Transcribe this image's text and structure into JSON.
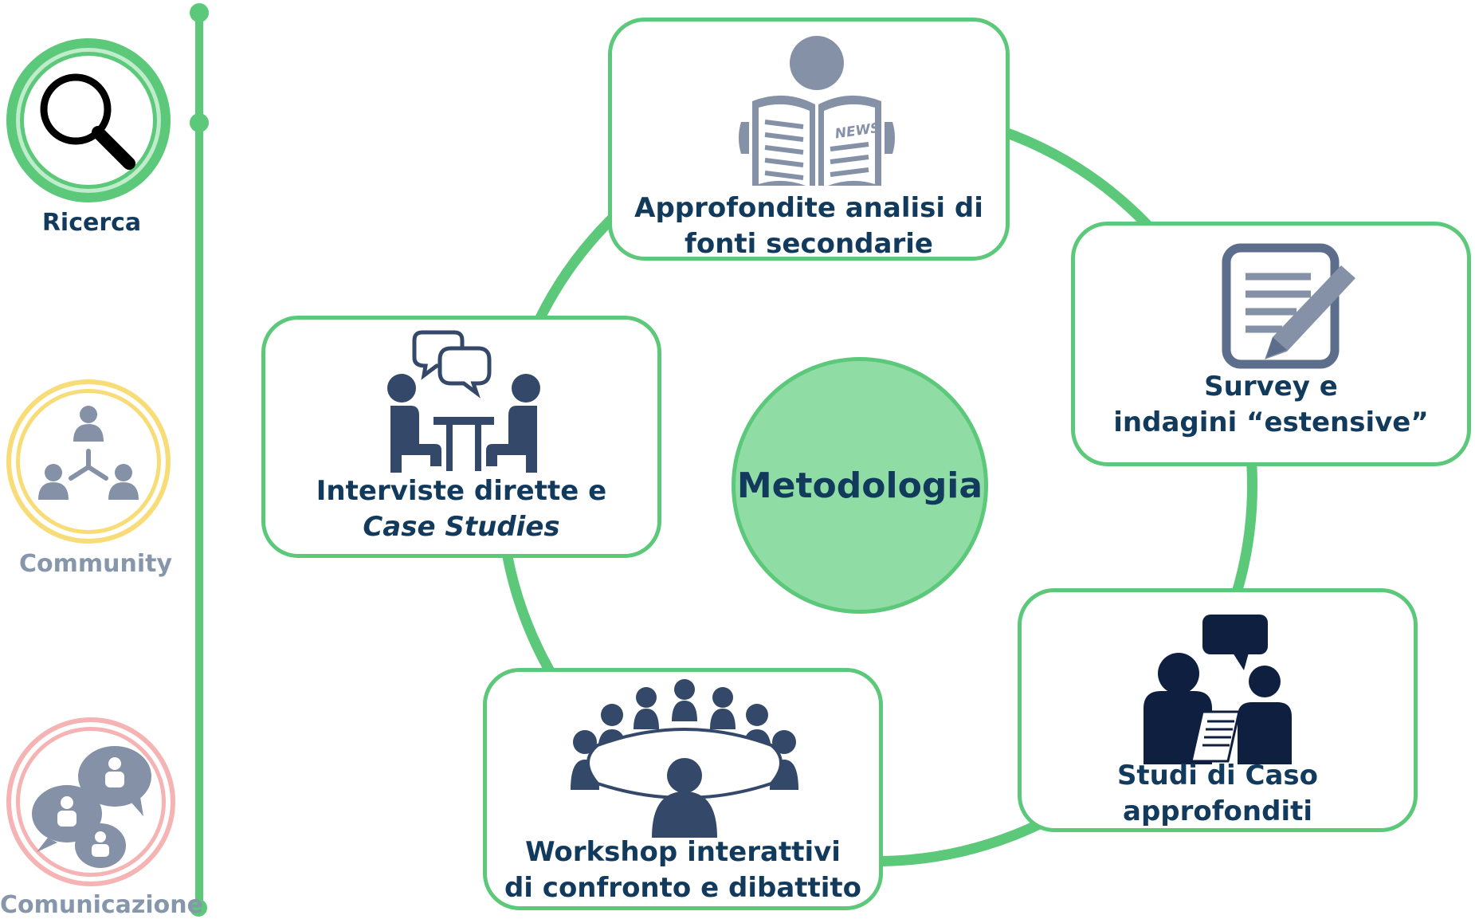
{
  "timeline": {
    "phases": [
      {
        "label": "Ricerca",
        "icon": "magnifier-icon",
        "ring_color": "#5cc879",
        "label_color": "#123a5c",
        "active": true
      },
      {
        "label": "Community",
        "icon": "network-people-icon",
        "ring_color": "#f7dc78",
        "label_color": "#8797ab",
        "active": false
      },
      {
        "label": "Comunicazione",
        "icon": "chat-people-icon",
        "ring_color": "#f5b3b3",
        "label_color": "#8797ab",
        "active": false
      }
    ]
  },
  "diagram": {
    "center_label": "Metodologia",
    "colors": {
      "accent": "#5cc879",
      "center_fill": "#8fdca5",
      "text": "#123a5c",
      "icon_gray": "#8591a6",
      "icon_navy": "#34486a"
    },
    "methods": [
      {
        "line1": "Approfondite analisi di",
        "line2": "fonti secondarie",
        "icon": "newspaper-icon"
      },
      {
        "line1": "Survey e",
        "line2": "indagini “estensive”",
        "icon": "survey-form-icon"
      },
      {
        "line1": "Studi di Caso",
        "line2": "approfonditi",
        "icon": "case-study-icon"
      },
      {
        "line1": "Workshop interattivi",
        "line2": "di confronto e dibattito",
        "icon": "workshop-table-icon"
      },
      {
        "line1": "Interviste dirette e",
        "line2": "Case Studies",
        "icon": "interview-icon"
      }
    ]
  }
}
